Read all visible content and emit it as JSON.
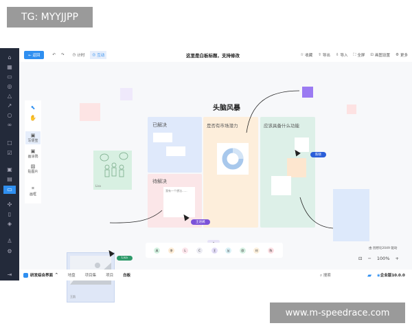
{
  "watermarks": {
    "top": "TG: MYYJJPP",
    "bottom": "www.m-speedrace.com"
  },
  "toolbar": {
    "back": "返回",
    "timer": "计时",
    "interact": "互动",
    "title": "这里是白板标题，支持修改",
    "favorite": "收藏",
    "export": "导出",
    "import": "导入",
    "fullscreen": "全屏",
    "canvas_settings": "画图设置",
    "more": "更多"
  },
  "tools": [
    {
      "label": "写便签",
      "icon": "sticky-note-icon"
    },
    {
      "label": "画涂鸦",
      "icon": "doodle-icon"
    },
    {
      "label": "贴图片",
      "icon": "image-icon"
    },
    {
      "label": "画框",
      "icon": "frame-icon"
    }
  ],
  "board": {
    "heading": "头脑风暴",
    "resolved": "已解决",
    "pending": "待解决",
    "market": "是否有市场潜力",
    "features": "应该具备什么功能",
    "idea_note": "我有一个想法......"
  },
  "cursors": {
    "purple": "王语嫣",
    "blue": "陈晓",
    "green": "Lisa"
  },
  "cards": {
    "sketch_caption": "Lisa",
    "image_caption": "王凯"
  },
  "avatars": [
    "具",
    "李",
    "L",
    "C",
    "王",
    "丛",
    "欧",
    "刘",
    "陈"
  ],
  "powered_by": "由 创想论2049 驱动",
  "zoom": {
    "level": "100%",
    "minus": "−",
    "plus": "+"
  },
  "bottom": {
    "workspace": "研发综合界面",
    "tabs": [
      "地盘",
      "项目集",
      "项目",
      "白板"
    ],
    "active_tab": 3,
    "search": "搜索",
    "edition": "企业版10.0.0"
  },
  "colors": {
    "accent": "#2f8ff0",
    "sidebar": "#232a3a"
  }
}
